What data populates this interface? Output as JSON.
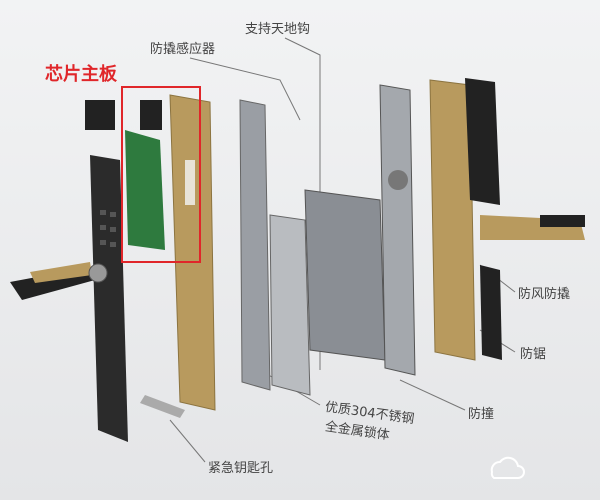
{
  "labels": {
    "chip_board": "芯片主板",
    "tamper_sensor": "防撬感应器",
    "top_bottom_hook": "支持天地钩",
    "wind_pry": "防风防撬",
    "anti_saw": "防锯",
    "anti_impact": "防撞",
    "lock_body_line1": "优质304不锈钢",
    "lock_body_line2": "全金属锁体",
    "emergency_keyhole": "紧急钥匙孔"
  },
  "colors": {
    "highlight": "#e0262a",
    "gold": "#b89a5e",
    "panel": "#2b2b2b",
    "steel": "#9a9ea4"
  },
  "watermark": {
    "icon": "cloud-icon"
  }
}
